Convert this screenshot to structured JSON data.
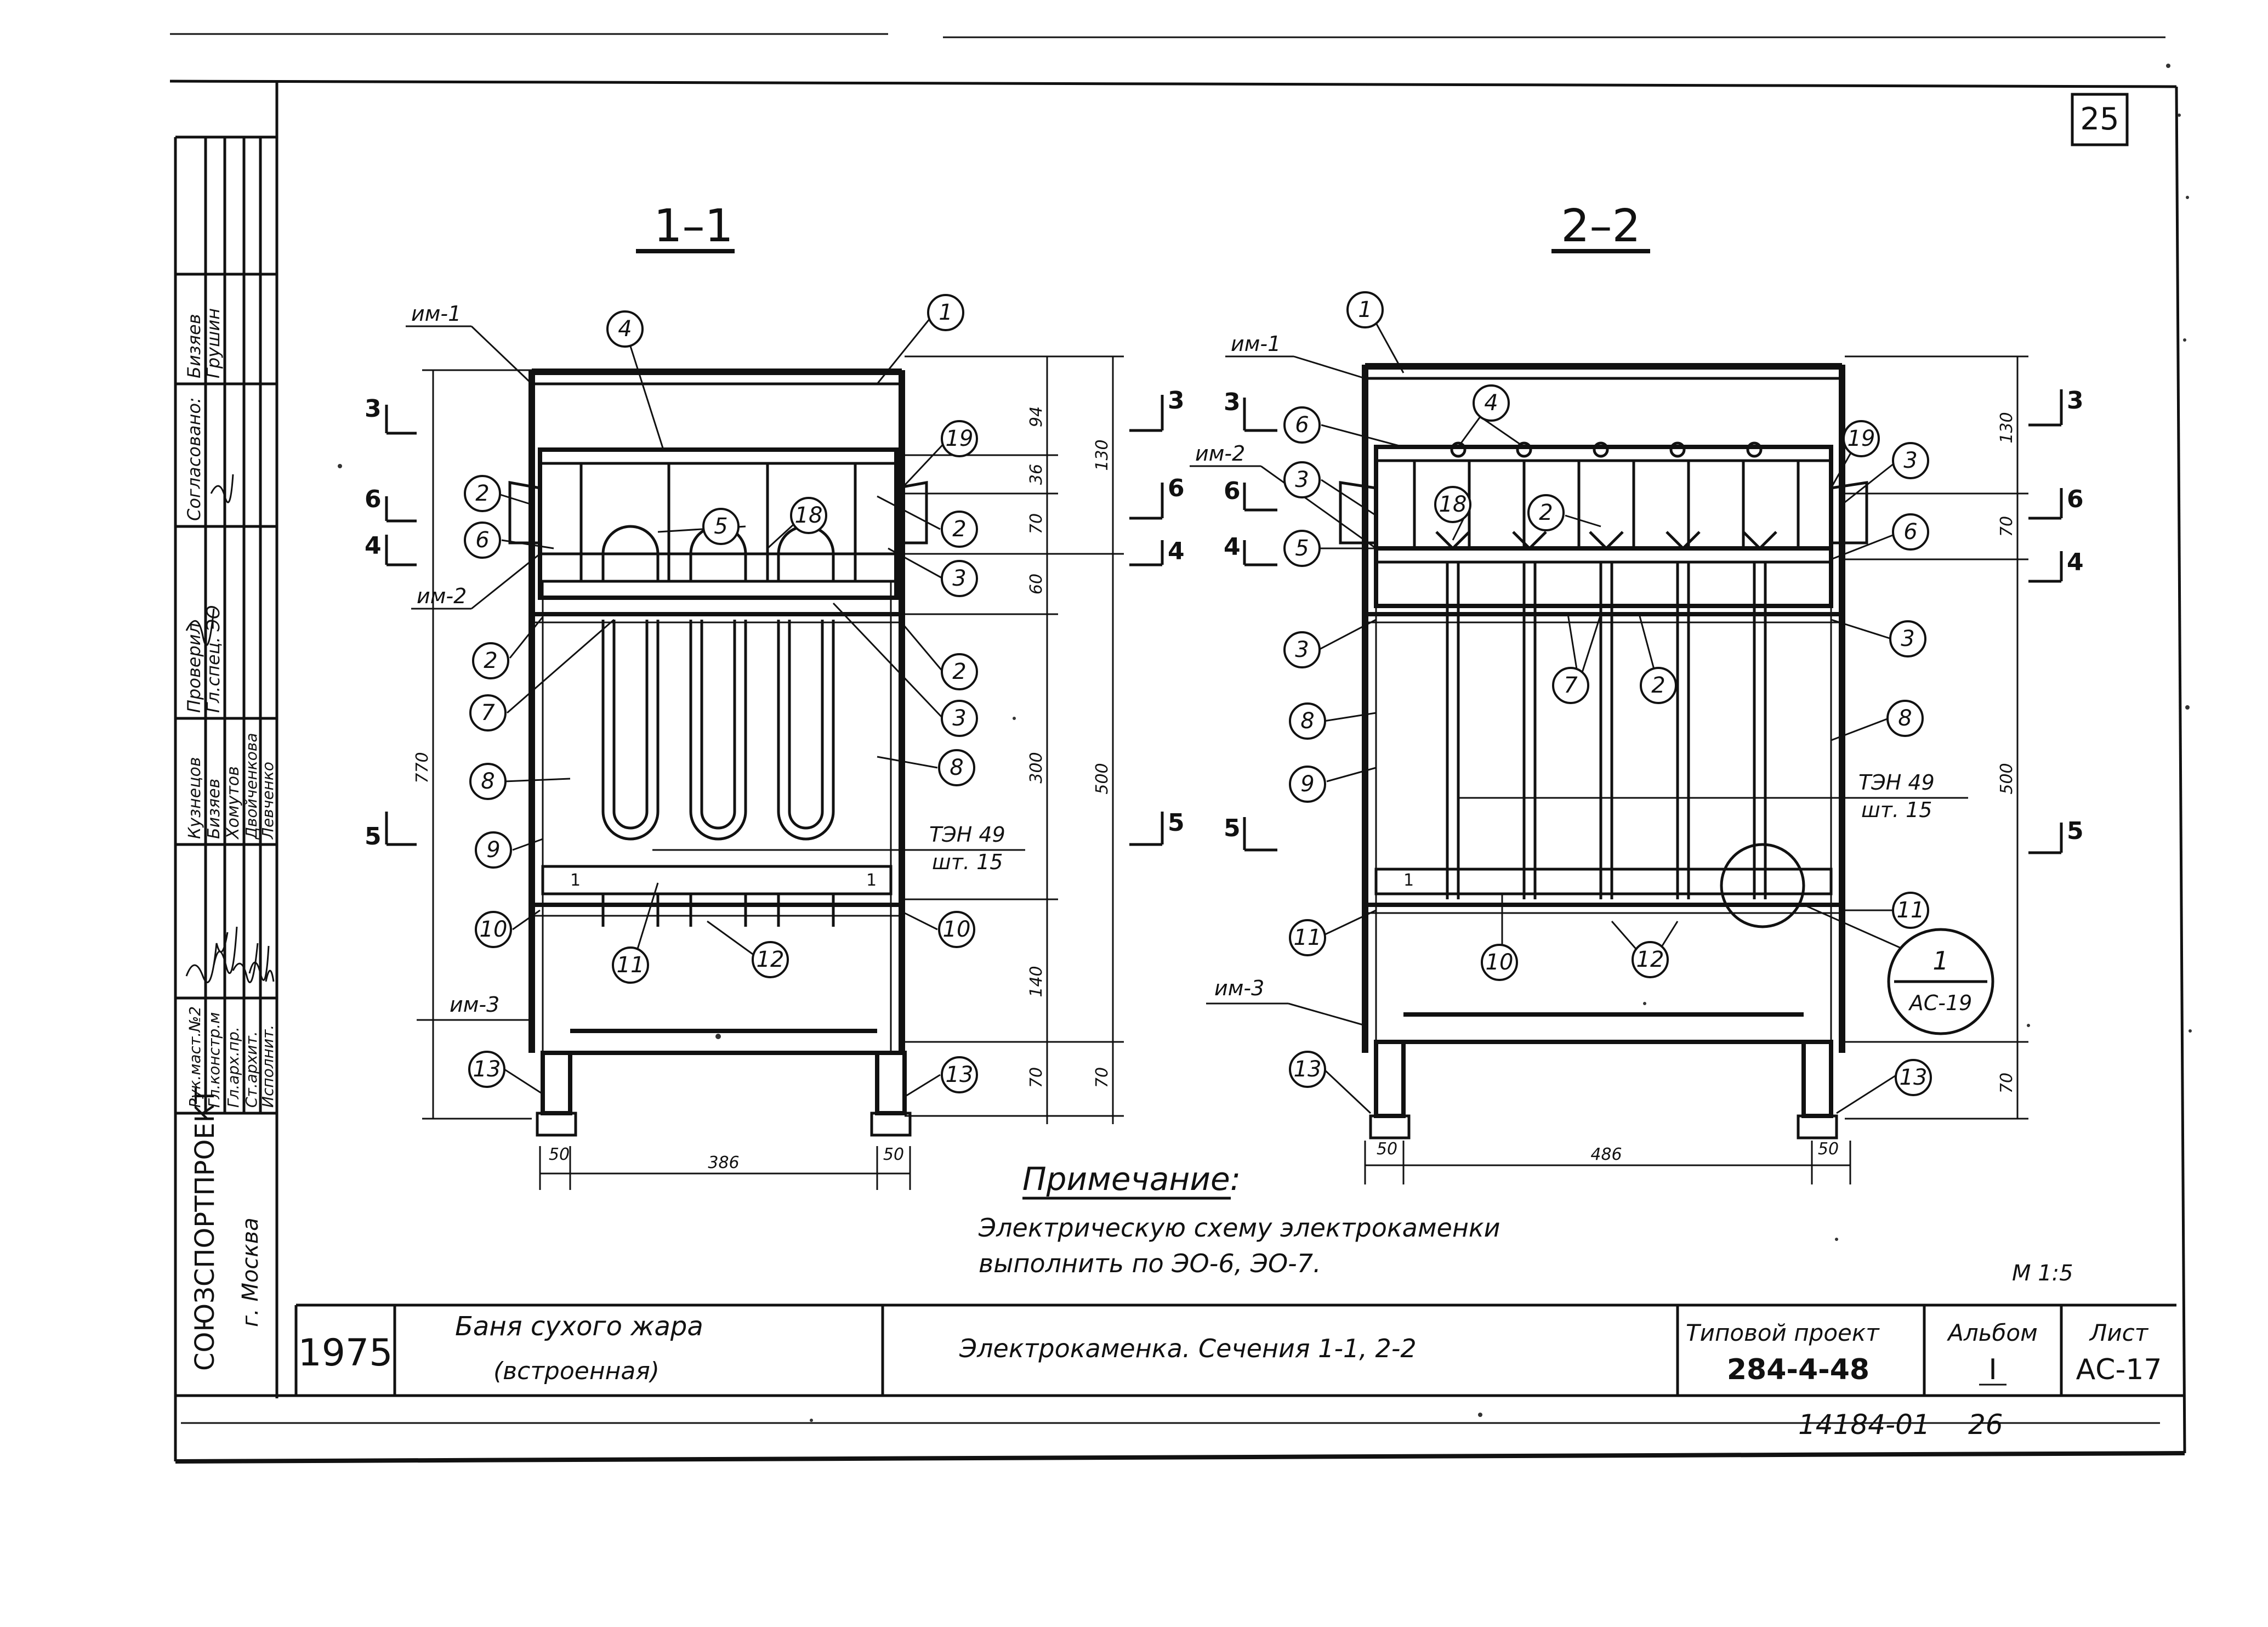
{
  "sheet": {
    "number": "25",
    "scale": "М 1:5",
    "bottom_number": "14184-01",
    "bottom_number_2": "26"
  },
  "section_titles": {
    "s1": "1–1",
    "s2": "2–2"
  },
  "note": {
    "heading": "Примечание:",
    "line1": "Электрическую  схему  электрокаменки",
    "line2": "выполнить  по  ЭО-6, ЭО-7."
  },
  "marks": {
    "im1": "им-1",
    "im2": "им-2",
    "im3": "им-3",
    "ten": "ТЭН 49",
    "qty": "шт. 15",
    "s3": "3",
    "s4": "4",
    "s5": "5",
    "s6": "6"
  },
  "section1": {
    "dims_inner": [
      "94",
      "36",
      "70",
      "60",
      "300",
      "140",
      "70"
    ],
    "dims_outer": [
      "130",
      "500",
      "70"
    ],
    "dim_left": "770",
    "dims_bottom": [
      "50",
      "386",
      "50"
    ],
    "callouts": [
      "1",
      "4",
      "19",
      "2",
      "2",
      "5",
      "18",
      "6",
      "3",
      "2",
      "2",
      "3",
      "7",
      "8",
      "8",
      "9",
      "10",
      "11",
      "12",
      "10",
      "13",
      "13"
    ],
    "inner_marks": [
      "1",
      "1"
    ]
  },
  "section2": {
    "dims_outer": [
      "130",
      "70",
      "500",
      "70"
    ],
    "dims_bottom": [
      "50",
      "486",
      "50"
    ],
    "callouts": [
      "1",
      "6",
      "4",
      "3",
      "18",
      "2",
      "5",
      "19",
      "3",
      "6",
      "3",
      "7",
      "2",
      "3",
      "8",
      "8",
      "9",
      "11",
      "10",
      "12",
      "11",
      "13",
      "13"
    ],
    "inner_marks": [
      "1"
    ],
    "detail_ref": {
      "num": "1",
      "sheet": "АС-19"
    }
  },
  "stamp": {
    "org": "СОЮЗСПОРТПРОЕКТ",
    "city": "г. Москва",
    "agreed_label": "Согласовано:",
    "agreed_role": "Гл.спец. ЭО",
    "agreed_name1": "Бизяев",
    "agreed_name2": "Грушин",
    "checked_label": "Проверил",
    "roles": [
      "Рук.маст.№2",
      "Гл.констр.м",
      "Гл.арх.пр.",
      "Ст.архит.",
      "Исполнит."
    ],
    "names": [
      "Кузнецов",
      "Бизяев",
      "Хомутов",
      "Двойченкова",
      "Левченко"
    ]
  },
  "title_block": {
    "year": "1975",
    "object_line1": "Баня  сухого  жара",
    "object_line2": "(встроенная)",
    "sheet_title": "Электрокаменка. Сечения  1-1,  2-2",
    "project_label": "Типовой проект",
    "project_number": "284-4-48",
    "album_label": "Альбом",
    "album_number": "I",
    "sheet_label": "Лист",
    "sheet_code": "АС-17"
  }
}
